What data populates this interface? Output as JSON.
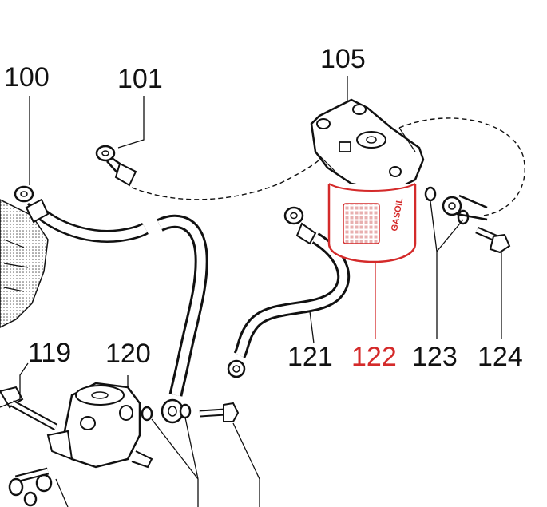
{
  "diagram": {
    "colors": {
      "ink": "#111111",
      "highlight": "#d42a2a",
      "background": "#ffffff"
    },
    "callouts": {
      "c100": "100",
      "c101": "101",
      "c105": "105",
      "c119": "119",
      "c120": "120",
      "c121": "121",
      "c122": "122",
      "c123": "123",
      "c124": "124"
    },
    "highlighted_part": "122",
    "filter_label": "GASOIL"
  }
}
